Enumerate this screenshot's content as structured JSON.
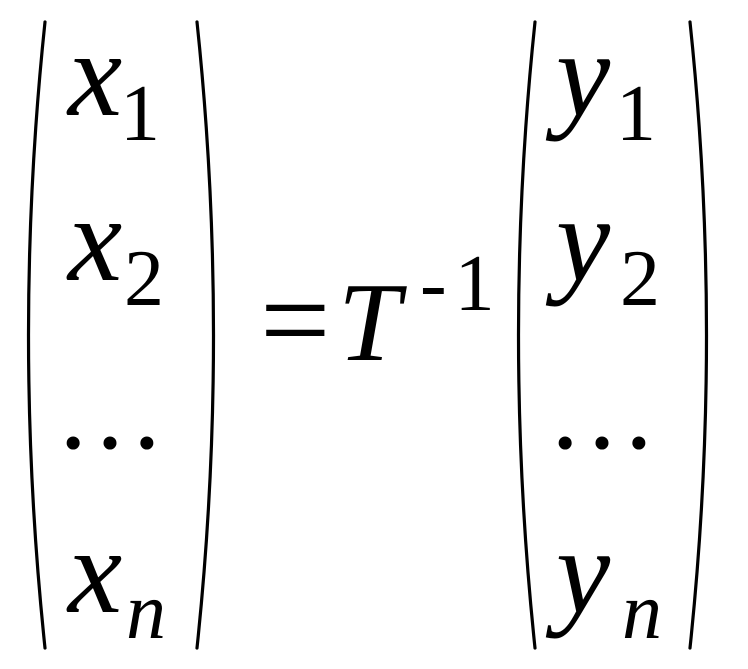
{
  "equation": {
    "left_vector": {
      "entries": [
        {
          "var": "x",
          "sub": "1"
        },
        {
          "var": "x",
          "sub": "2"
        },
        {
          "ellipsis": "…"
        },
        {
          "var": "x",
          "sub": "n"
        }
      ]
    },
    "equals": "=",
    "operator": {
      "symbol": "T",
      "superscript": "-1"
    },
    "right_vector": {
      "entries": [
        {
          "var": "y",
          "sub": "1"
        },
        {
          "var": "y",
          "sub": "2"
        },
        {
          "ellipsis": "…"
        },
        {
          "var": "y",
          "sub": "n"
        }
      ]
    }
  }
}
